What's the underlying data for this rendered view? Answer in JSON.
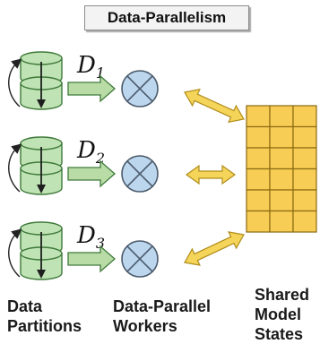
{
  "title": "Data-Parallelism",
  "partitions": [
    {
      "symbol": "D",
      "subscript": "1"
    },
    {
      "symbol": "D",
      "subscript": "2"
    },
    {
      "symbol": "D",
      "subscript": "3"
    }
  ],
  "labels": {
    "data_partitions": [
      "Data",
      "Partitions"
    ],
    "workers": [
      "Data-Parallel",
      "Workers"
    ],
    "model_states": [
      "Shared",
      "Model",
      "States"
    ]
  },
  "colors": {
    "cylinder_fill": "#bfe3b4",
    "cylinder_stroke": "#3f7a3a",
    "arrow_fill": "#b9dca6",
    "worker_fill": "#bcd6ee",
    "worker_stroke": "#4a5a6a",
    "double_arrow_fill": "#f4d55a",
    "double_arrow_stroke": "#b08c1a",
    "grid_fill": "#f8cd55",
    "grid_stroke": "#8a6a12"
  },
  "icons": {
    "worker": "circled-x-icon",
    "partition": "database-cylinder-icon"
  },
  "grid": {
    "rows": 6,
    "cols": 3
  }
}
